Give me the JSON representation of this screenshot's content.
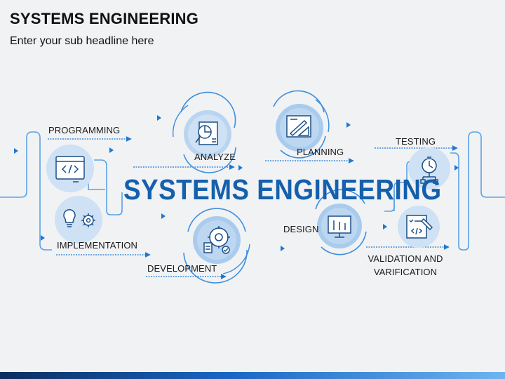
{
  "slide": {
    "title": "SYSTEMS ENGINEERING",
    "subtitle": "Enter your sub headline here"
  },
  "diagram": {
    "center_title": "SYSTEMS ENGINEERING",
    "stages": [
      {
        "id": "programming",
        "label": "PROGRAMMING",
        "icon": "code-window-icon"
      },
      {
        "id": "implementation",
        "label": "IMPLEMENTATION",
        "icon": "lightbulb-gear-icon"
      },
      {
        "id": "development",
        "label": "DEVELOPMENT",
        "icon": "process-gear-icon"
      },
      {
        "id": "analyze",
        "label": "ANALYZE",
        "icon": "magnifier-chart-icon"
      },
      {
        "id": "planning",
        "label": "PLANNING",
        "icon": "blueprint-icon"
      },
      {
        "id": "design",
        "label": "DESIGN",
        "icon": "monitor-tools-icon"
      },
      {
        "id": "testing",
        "label": "TESTING",
        "icon": "stopwatch-flow-icon"
      },
      {
        "id": "validation",
        "label": "VALIDATION AND\nVARIFICATION",
        "icon": "checklist-code-icon"
      }
    ]
  },
  "colors": {
    "accent": "#1560ad",
    "line": "#3b8fe0",
    "circle_light": "#c9def3",
    "circle_mid": "#a9cbee",
    "icon_stroke": "#1c4f86"
  }
}
